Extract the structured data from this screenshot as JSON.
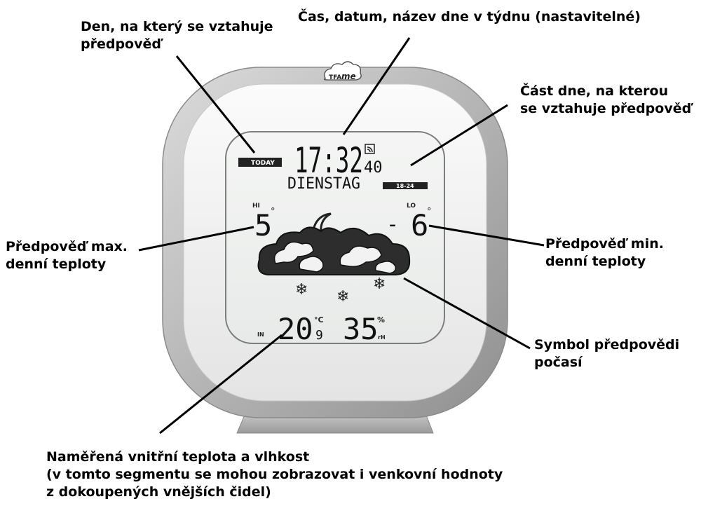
{
  "annotations": {
    "forecast_day": [
      "Den, na který se vztahuje",
      "předpověď"
    ],
    "time_date": [
      "Čas, datum, název dne v týdnu (nastavitelné)"
    ],
    "day_part": [
      "Část dne, na kterou",
      "se vztahuje předpověď"
    ],
    "max_temp": [
      "Předpověď max.",
      "denní teploty"
    ],
    "min_temp": [
      "Předpověď min.",
      "denní teploty"
    ],
    "weather_symbol": [
      "Symbol předpovědi",
      "počasí"
    ],
    "indoor": [
      "Naměřená vnitřní teplota a vlhkost",
      "(v tomto segmentu se mohou zobrazovat i venkovní hodnoty",
      "z dokoupených vnějších čidel)"
    ]
  },
  "device": {
    "brand_left": "TFA",
    "brand_right": "me",
    "today_tag": "TODAY",
    "time": "17:32",
    "seconds": "40",
    "weekday": "DIENSTAG",
    "day_part_tag": "18-24",
    "hi_label": "HI",
    "hi_value": "5",
    "lo_label": "LO",
    "lo_sign": "-",
    "lo_value": "6",
    "degree": "°",
    "in_label": "IN",
    "indoor_temp": "20",
    "indoor_temp_unit": "°C",
    "indoor_temp_decimal": "9",
    "humidity": "35",
    "humidity_unit": "%",
    "rh_label": "rH",
    "snow_symbol": "❄"
  }
}
